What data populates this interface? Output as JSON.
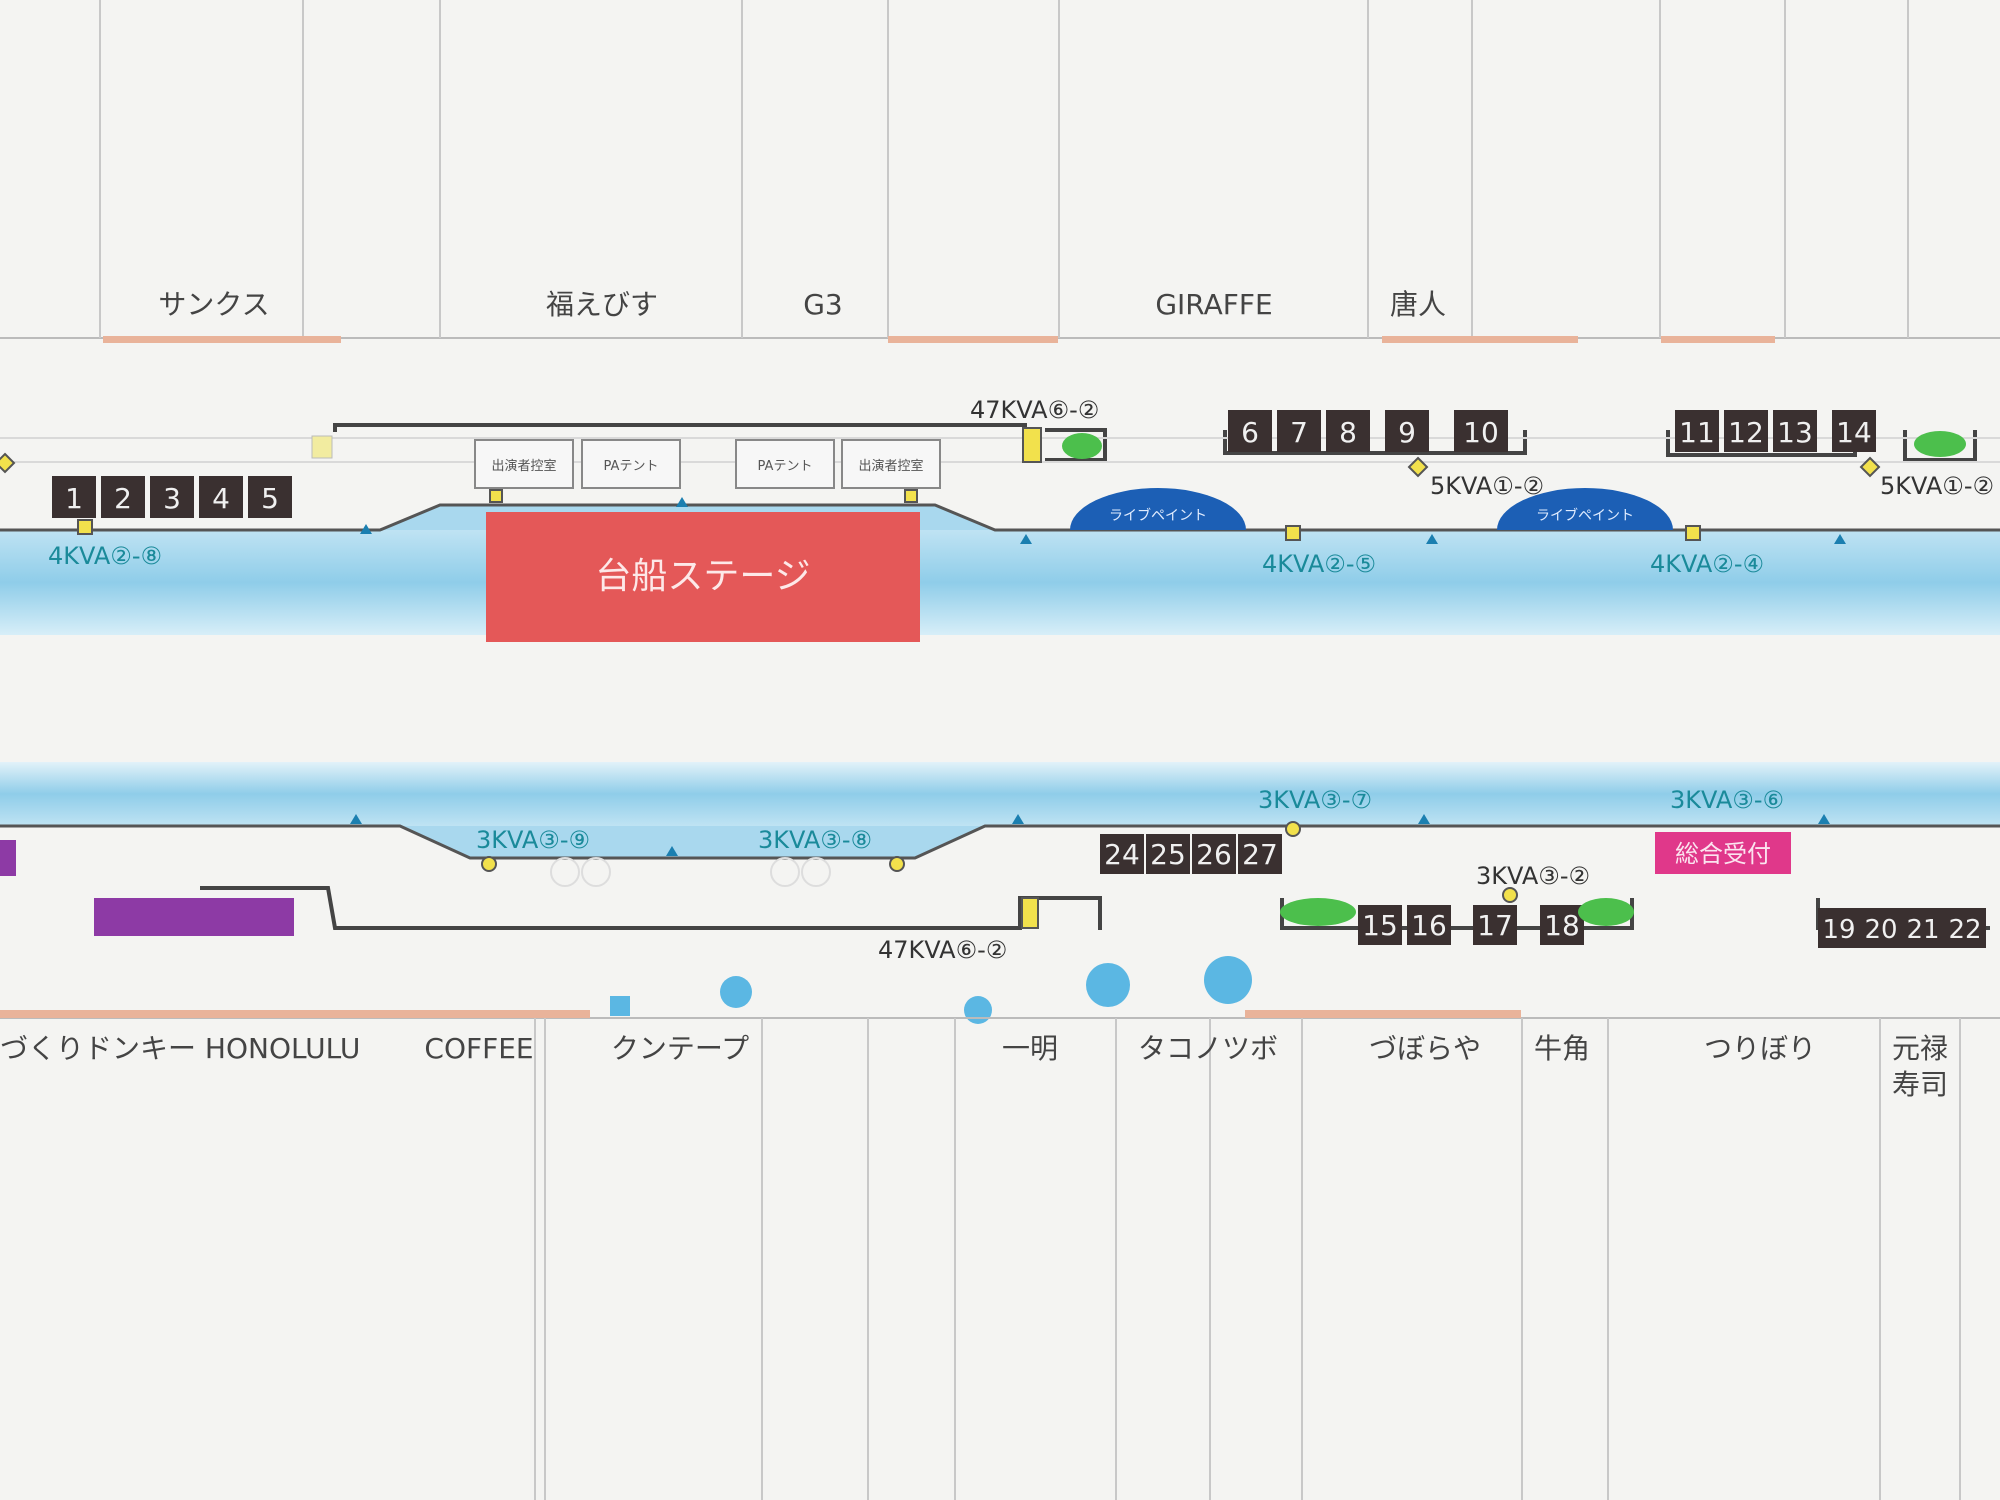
{
  "stores_top": [
    "サンクス",
    "福えびす",
    "G3",
    "GIRAFFE",
    "唐人"
  ],
  "stores_bottom": [
    "づくりドンキー HONOLULU",
    "COFFEE",
    "クンテープ",
    "一明",
    "タコノツボ",
    "づぼらや",
    "牛角",
    "つりぼり"
  ],
  "store_genroku": [
    "元禄",
    "寿司"
  ],
  "stage": {
    "label": "台船ステージ"
  },
  "tents": [
    "出演者控室",
    "PAテント",
    "PAテント",
    "出演者控室"
  ],
  "live_paint": [
    "ライブペイント",
    "ライブペイント"
  ],
  "reception": "総合受付",
  "booths": {
    "group_1_5": [
      "1",
      "2",
      "3",
      "4",
      "5"
    ],
    "group_6_10": [
      "6",
      "7",
      "8",
      "9",
      "10"
    ],
    "group_11_14": [
      "11",
      "12",
      "13",
      "14"
    ],
    "group_24_27": [
      "24",
      "25",
      "26",
      "27"
    ],
    "group_15_18": [
      "15",
      "16",
      "17",
      "18"
    ],
    "group_19_22": [
      "19",
      "20",
      "21",
      "22"
    ]
  },
  "power_labels": {
    "top_47": "47KVA⑥-②",
    "p4_8": "4KVA②-⑧",
    "p5_2a": "5KVA①-②",
    "p5_2b": "5KVA①-②",
    "p4_5": "4KVA②-⑤",
    "p4_4": "4KVA②-④",
    "p3_9": "3KVA③-⑨",
    "p3_8": "3KVA③-⑧",
    "p3_7": "3KVA③-⑦",
    "p3_6": "3KVA③-⑥",
    "p3_2": "3KVA③-②",
    "bottom_47": "47KVA⑥-②"
  },
  "colors": {
    "river": "#9fd3ec",
    "stage": "#e45858",
    "booth": "#3a3030",
    "live_paint": "#1c5fb5",
    "reception": "#e0388a",
    "purple": "#8d3aa5",
    "green": "#4cbf4c",
    "power_marker": "#f2e14c",
    "teal_text": "#1a8a9a",
    "tan_strip": "#e9b39a"
  }
}
